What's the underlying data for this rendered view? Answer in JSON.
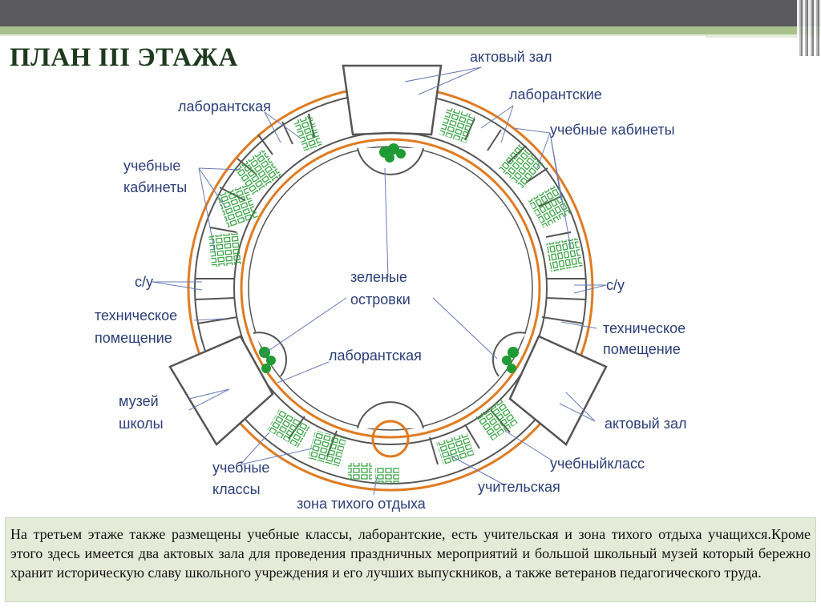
{
  "slide": {
    "title": "ПЛАН III ЭТАЖА",
    "caption": "На третьем этаже также размещены учебные классы, лаборантские, есть учительская и зона тихого отдыха учащихся.Кроме этого здесь имеется два актовых зала для проведения праздничных мероприятий и большой школьный музей который бережно хранит  историческую славу школьного учреждения и его лучших выпускников, а также ветеранов педагогического труда."
  },
  "plan_labels": {
    "assembly_hall_top": "актовый зал",
    "lab_rooms_top": "лаборантские",
    "classrooms_right": "учебные кабинеты",
    "lab_room_top_left": "лаборантская",
    "classrooms_left_1": "учебные",
    "classrooms_left_2": "кабинеты",
    "wc_left": "с/у",
    "wc_right": "с/у",
    "tech_left_1": "техническое",
    "tech_left_2": "помещение",
    "tech_right_1": "техническое",
    "tech_right_2": "помещение",
    "green_islands_1": "зеленые",
    "green_islands_2": "островки",
    "lab_room_center": "лаборантская",
    "museum_1": "музей",
    "museum_2": "школы",
    "assembly_hall_right": "актовый зал",
    "classrooms_bottom_1": "учебные",
    "classrooms_bottom_2": "классы",
    "classroom_right": "учебныйкласс",
    "teachers_room": "учительская",
    "quiet_zone": "зона тихого отдыха"
  },
  "colors": {
    "header_band": "#5a5a5e",
    "header_green": "#a9c18c",
    "title_text": "#1e3a1e",
    "label_text": "#2b3e77",
    "ring_orange": "#e07b22",
    "furniture_green": "#2e9e3a",
    "caption_bg": "#e6ead8"
  }
}
